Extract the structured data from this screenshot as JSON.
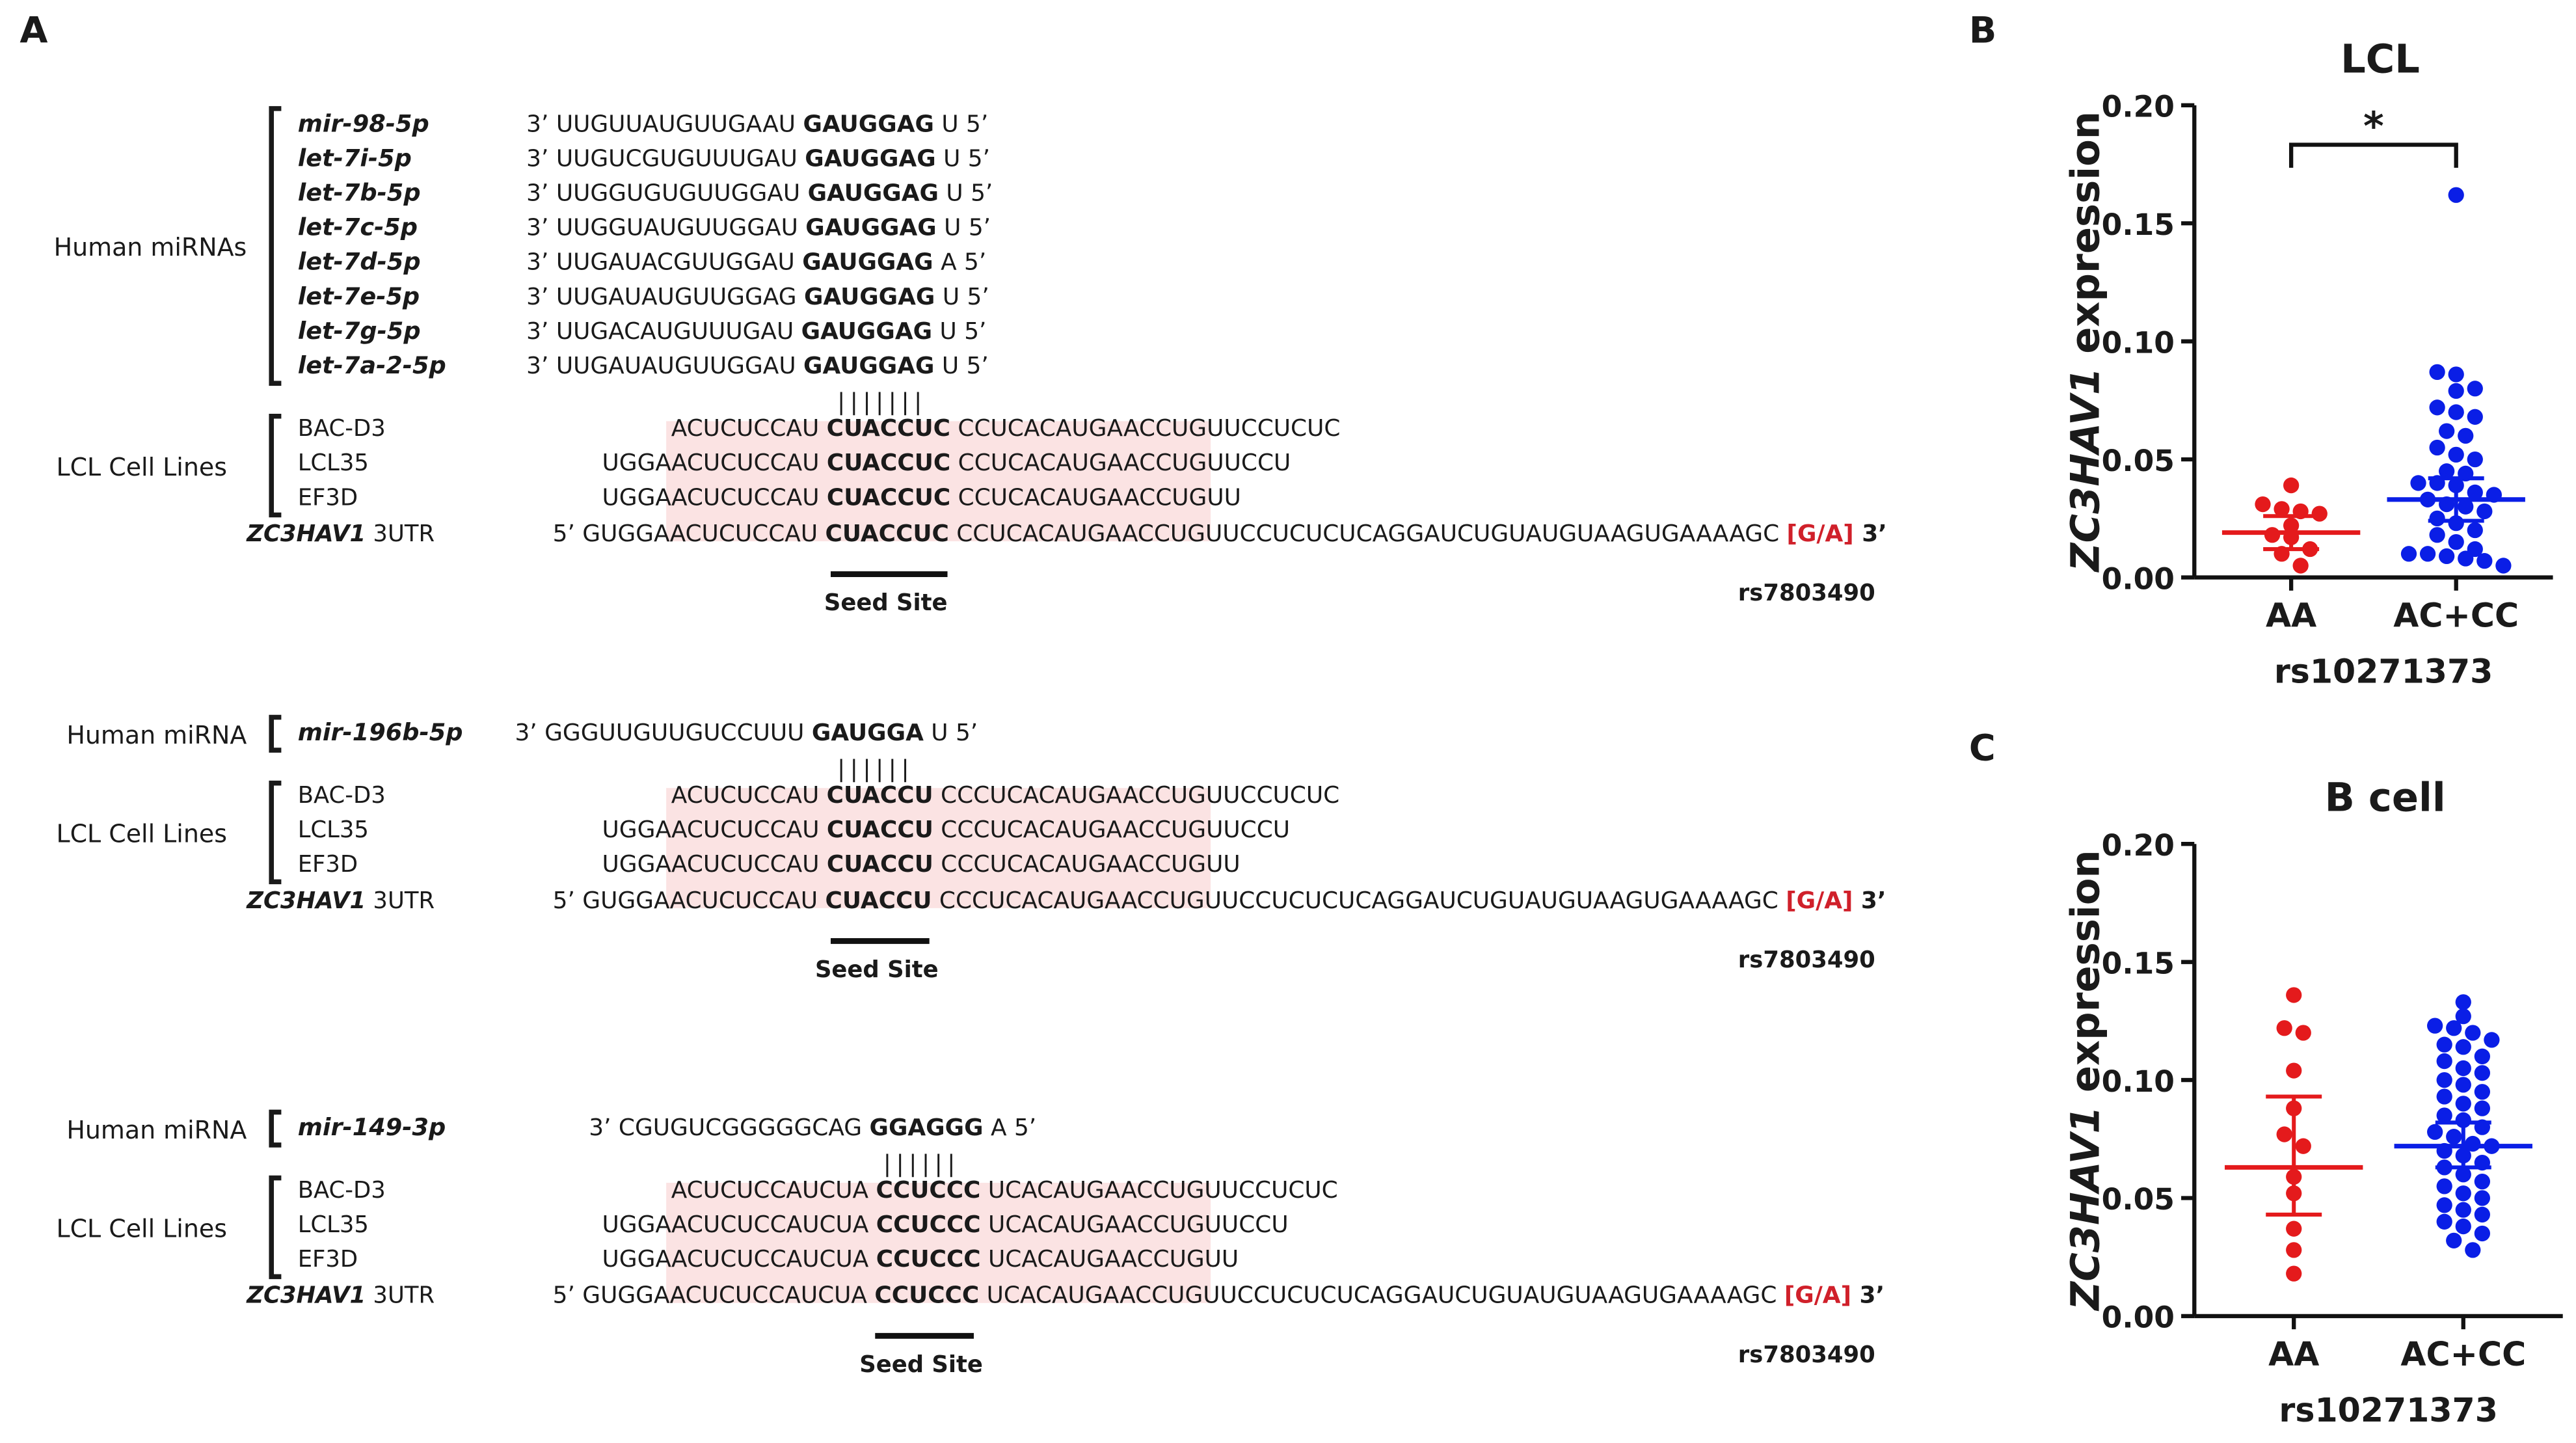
{
  "panel_labels": {
    "a": "A",
    "b": "B",
    "c": "C"
  },
  "sequence_blocks": [
    {
      "group_label": "Human miRNAs",
      "mirnas": [
        {
          "name": "mir-98-5p",
          "pre": "3’ UUGUUAUGUUGAAU",
          "seed": "GAUGGAG",
          "post": "U 5’"
        },
        {
          "name": "let-7i-5p",
          "pre": "3’ UUGUCGUGUUUGAU",
          "seed": "GAUGGAG",
          "post": "U 5’"
        },
        {
          "name": "let-7b-5p",
          "pre": "3’ UUGGUGUGUUGGAU",
          "seed": "GAUGGAG",
          "post": "U 5’"
        },
        {
          "name": "let-7c-5p",
          "pre": "3’ UUGGUAUGUUGGAU",
          "seed": "GAUGGAG",
          "post": "U 5’"
        },
        {
          "name": "let-7d-5p",
          "pre": "3’ UUGAUACGUUGGAU",
          "seed": "GAUGGAG",
          "post": "A 5’"
        },
        {
          "name": "let-7e-5p",
          "pre": "3’ UUGAUAUGUUGGAG",
          "seed": "GAUGGAG",
          "post": "U 5’"
        },
        {
          "name": "let-7g-5p",
          "pre": "3’ UUGACAUGUUUGAU",
          "seed": "GAUGGAG",
          "post": "U 5’"
        },
        {
          "name": "let-7a-2-5p",
          "pre": "3’ UUGAUAUGUUGGAU",
          "seed": "GAUGGAG",
          "post": "U 5’"
        }
      ],
      "pairing": "|||||||",
      "cell_group_label": "LCL Cell Lines",
      "cells": [
        {
          "name": "BAC-D3",
          "pre": "",
          "hl": "ACUCUCCAU ",
          "seed": "CUACCUC",
          "hl2": " CCUCACAUGAACCUG",
          "post": "UUCCUCUC"
        },
        {
          "name": "LCL35",
          "pre": "UGGA",
          "hl": "ACUCUCCAU ",
          "seed": "CUACCUC",
          "hl2": " CCUCACAUGAACCUG",
          "post": "UUCCU"
        },
        {
          "name": "EF3D",
          "pre": "UGGA",
          "hl": "ACUCUCCAU ",
          "seed": "CUACCUC",
          "hl2": " CCUCACAUGAACCUG",
          "post": "UU"
        }
      ],
      "utr": {
        "gene": "ZC3HAV1",
        "suffix": " 3UTR",
        "pre": "5’ GUGGA",
        "hl": "ACUCUCCAU ",
        "seed": "CUACCUC",
        "hl2": " CCUCACAUGAACCUG",
        "post": "UUCCUCUCUCAGGAUCUGUAUGUAAGUGAAAAGC ",
        "snp": "[G/A]",
        "end": " 3’"
      },
      "seed_label": "Seed Site",
      "snp_label": "rs7803490"
    },
    {
      "group_label": "Human miRNA",
      "mirnas": [
        {
          "name": "mir-196b-5p",
          "pre": "3’ GGGUUGUUGUCCUUU",
          "seed": "GAUGGA",
          "post": "U 5’"
        }
      ],
      "pairing": "||||||",
      "cell_group_label": "LCL Cell Lines",
      "cells": [
        {
          "name": "BAC-D3",
          "pre": "",
          "hl": "ACUCUCCAU ",
          "seed": "CUACCU",
          "hl2": " CCCUCACAUGAACCUG",
          "post": "UUCCUCUC"
        },
        {
          "name": "LCL35",
          "pre": "UGGA",
          "hl": "ACUCUCCAU ",
          "seed": "CUACCU",
          "hl2": " CCCUCACAUGAACCUG",
          "post": "UUCCU"
        },
        {
          "name": "EF3D",
          "pre": "UGGA",
          "hl": "ACUCUCCAU ",
          "seed": "CUACCU",
          "hl2": " CCCUCACAUGAACCUG",
          "post": "UU"
        }
      ],
      "utr": {
        "gene": "ZC3HAV1",
        "suffix": " 3UTR",
        "pre": "5’ GUGGA",
        "hl": "ACUCUCCAU ",
        "seed": "CUACCU",
        "hl2": " CCCUCACAUGAACCUG",
        "post": "UUCCUCUCUCAGGAUCUGUAUGUAAGUGAAAAGC ",
        "snp": "[G/A]",
        "end": " 3’"
      },
      "seed_label": "Seed Site",
      "snp_label": "rs7803490"
    },
    {
      "group_label": "Human miRNA",
      "mirnas": [
        {
          "name": "mir-149-3p",
          "pre": "3’ CGUGUCGGGGGCAG",
          "seed": "GGAGGG",
          "post": "A 5’"
        }
      ],
      "pairing": "||||||",
      "cell_group_label": "LCL Cell Lines",
      "cells": [
        {
          "name": "BAC-D3",
          "pre": "",
          "hl": "ACUCUCCAUCUA ",
          "seed": "CCUCCC",
          "hl2": " UCACAUGAACCUG",
          "post": "UUCCUCUC"
        },
        {
          "name": "LCL35",
          "pre": "UGGA",
          "hl": "ACUCUCCAUCUA ",
          "seed": "CCUCCC",
          "hl2": " UCACAUGAACCUG",
          "post": "UUCCU"
        },
        {
          "name": "EF3D",
          "pre": "UGGA",
          "hl": "ACUCUCCAUCUA ",
          "seed": "CCUCCC",
          "hl2": " UCACAUGAACCUG",
          "post": "UU"
        }
      ],
      "utr": {
        "gene": "ZC3HAV1",
        "suffix": " 3UTR",
        "pre": "5’ GUGGA",
        "hl": "ACUCUCCAUCUA ",
        "seed": "CCUCCC",
        "hl2": " UCACAUGAACCUG",
        "post": "UUCCUCUCUCAGGAUCUGUAUGUAAGUGAAAAGC ",
        "snp": "[G/A]",
        "end": " 3’"
      },
      "seed_label": "Seed Site",
      "snp_label": "rs7803490"
    }
  ],
  "colors": {
    "highlight": "#fbe3e3",
    "red": "#e41a1c",
    "blue": "#0a1ee6",
    "snp": "#d0202a"
  },
  "chart_data": [
    {
      "type": "scatter",
      "title": "LCL",
      "ylabel": "ZC3HAV1 expression",
      "ylabel_gene": "ZC3HAV1",
      "ylabel_rest": " expression",
      "xlabel": "rs10271373",
      "categories": [
        "AA",
        "AC+CC"
      ],
      "ylim": [
        0,
        0.2
      ],
      "yticks": [
        "0.00",
        "0.05",
        "0.10",
        "0.15",
        "0.20"
      ],
      "significance": "*",
      "series": [
        {
          "category": "AA",
          "color": "#e41a1c",
          "mean": 0.019,
          "sem_low": 0.012,
          "sem_high": 0.026,
          "values": [
            0.039,
            0.031,
            0.029,
            0.027,
            0.028,
            0.022,
            0.018,
            0.017,
            0.012,
            0.01,
            0.005
          ]
        },
        {
          "category": "AC+CC",
          "color": "#0a1ee6",
          "mean": 0.033,
          "sem_low": 0.024,
          "sem_high": 0.042,
          "values": [
            0.162,
            0.087,
            0.086,
            0.08,
            0.079,
            0.072,
            0.07,
            0.068,
            0.062,
            0.06,
            0.055,
            0.052,
            0.05,
            0.045,
            0.044,
            0.04,
            0.04,
            0.039,
            0.036,
            0.035,
            0.033,
            0.031,
            0.03,
            0.028,
            0.025,
            0.023,
            0.02,
            0.018,
            0.015,
            0.012,
            0.01,
            0.01,
            0.009,
            0.008,
            0.007,
            0.005
          ]
        }
      ]
    },
    {
      "type": "scatter",
      "title": "B cell",
      "ylabel": "ZC3HAV1 expression",
      "ylabel_gene": "ZC3HAV1",
      "ylabel_rest": " expression",
      "xlabel": "rs10271373",
      "categories": [
        "AA",
        "AC+CC"
      ],
      "ylim": [
        0,
        0.2
      ],
      "yticks": [
        "0.00",
        "0.05",
        "0.10",
        "0.15",
        "0.20"
      ],
      "series": [
        {
          "category": "AA",
          "color": "#e41a1c",
          "mean": 0.063,
          "sem_low": 0.043,
          "sem_high": 0.093,
          "values": [
            0.136,
            0.122,
            0.12,
            0.104,
            0.088,
            0.077,
            0.072,
            0.059,
            0.052,
            0.037,
            0.028,
            0.018
          ]
        },
        {
          "category": "AC+CC",
          "color": "#0a1ee6",
          "mean": 0.072,
          "sem_low": 0.063,
          "sem_high": 0.082,
          "values": [
            0.133,
            0.127,
            0.123,
            0.122,
            0.12,
            0.117,
            0.115,
            0.114,
            0.11,
            0.108,
            0.105,
            0.103,
            0.1,
            0.098,
            0.095,
            0.093,
            0.09,
            0.088,
            0.085,
            0.083,
            0.08,
            0.078,
            0.076,
            0.073,
            0.072,
            0.07,
            0.068,
            0.065,
            0.063,
            0.06,
            0.057,
            0.055,
            0.052,
            0.05,
            0.047,
            0.045,
            0.043,
            0.04,
            0.038,
            0.035,
            0.032,
            0.028
          ]
        }
      ]
    }
  ]
}
